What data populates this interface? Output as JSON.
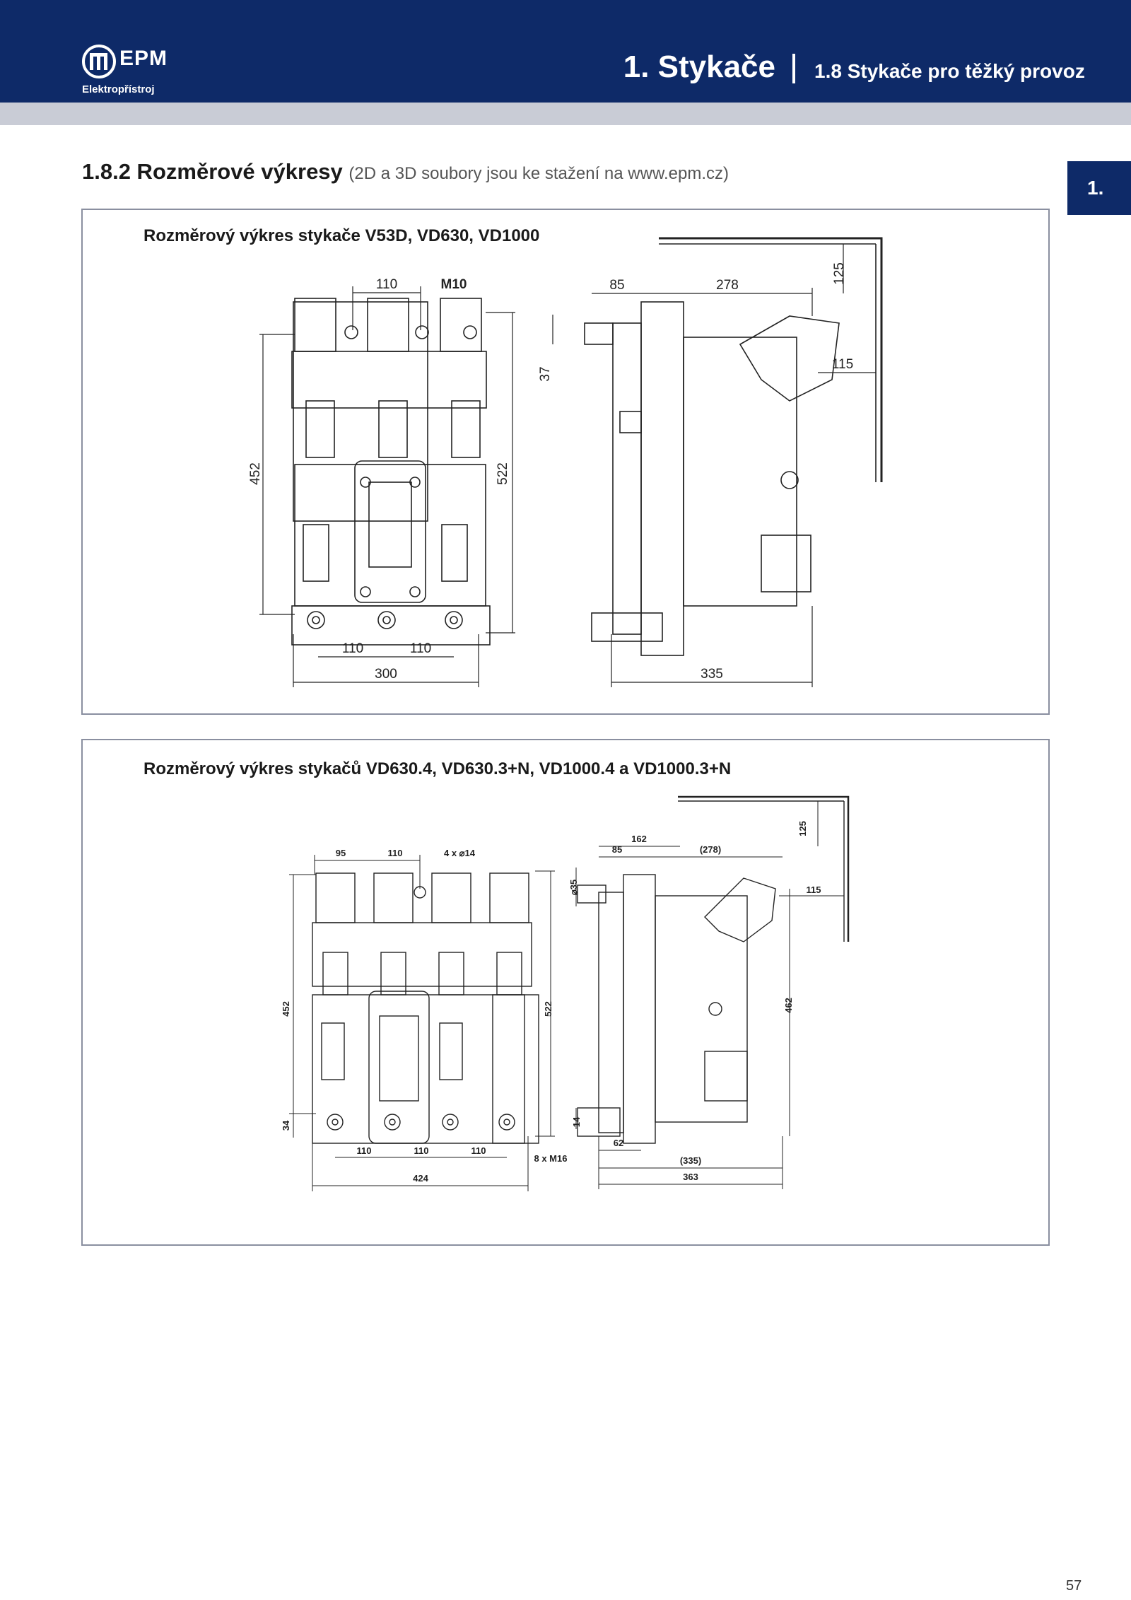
{
  "header": {
    "logo_text": "EPM",
    "logo_subtext": "Elektropřístroj",
    "chapter_title": "1. Stykače",
    "section_title": "1.8 Stykače pro těžký provoz"
  },
  "side_tab": {
    "label": "1."
  },
  "page_heading": {
    "title": "1.8.2 Rozměrové výkresy",
    "note": "(2D a 3D soubory jsou ke stažení na www.epm.cz)"
  },
  "drawing1": {
    "title": "Rozměrový výkres stykače V53D, VD630, VD1000",
    "dims": {
      "top_pitch": "110",
      "thread": "M10",
      "height_452": "452",
      "height_522": "522",
      "bottom_pitch_a": "110",
      "bottom_pitch_b": "110",
      "width_300": "300",
      "side_85": "85",
      "side_278": "278",
      "side_125": "125",
      "side_115": "115",
      "side_37": "37",
      "side_335": "335"
    }
  },
  "drawing2": {
    "title": "Rozměrový výkres stykačů VD630.4, VD630.3+N, VD1000.4 a VD1000.3+N",
    "dims": {
      "top_95": "95",
      "top_110": "110",
      "holes": "4 x ⌀14",
      "height_452": "452",
      "height_522": "522",
      "side_34": "34",
      "bottom_110_a": "110",
      "bottom_110_b": "110",
      "bottom_110_c": "110",
      "bolts": "8 x M16",
      "width_424": "424",
      "side_162": "162",
      "side_85": "85",
      "side_278": "(278)",
      "side_125": "125",
      "side_115": "115",
      "side_35": "⌀35",
      "side_462": "462",
      "side_14": "14",
      "side_62": "62",
      "side_335": "(335)",
      "side_363": "363"
    }
  },
  "page_number": "57",
  "colors": {
    "navy": "#0e2a68",
    "gray_band": "#c9ccd6",
    "frame_border": "#8a8fa0"
  }
}
